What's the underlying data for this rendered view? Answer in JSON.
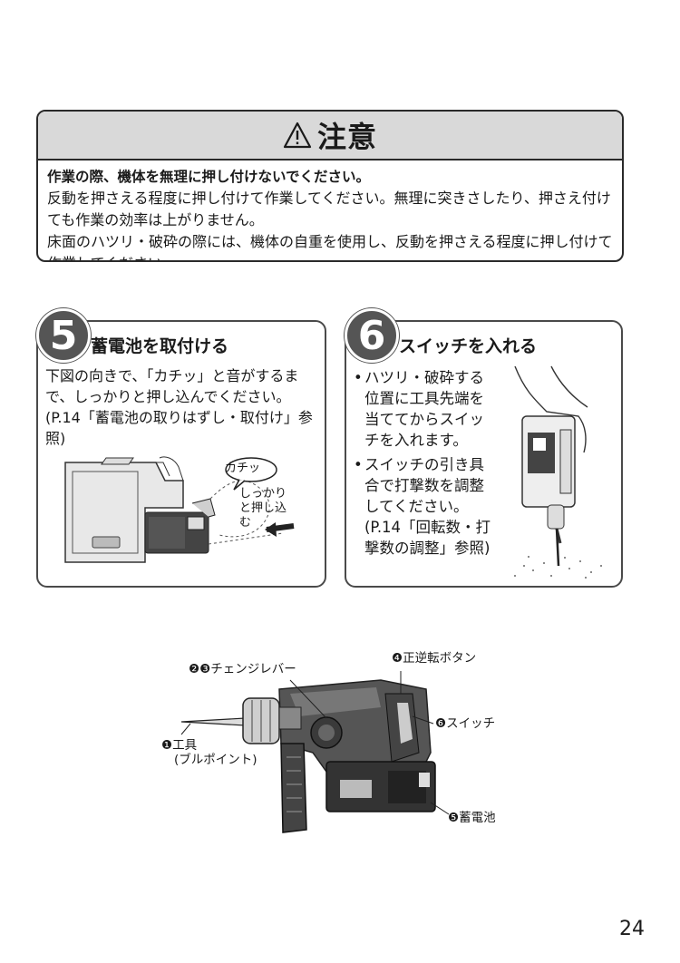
{
  "caution": {
    "icon": "warning-triangle-icon",
    "title": "注意",
    "lead": "作業の際、機体を無理に押し付けないでください。",
    "paragraphs": [
      "反動を押さえる程度に押し付けて作業してください。無理に突きさしたり、押さえ付けても作業の効率は上がりません。",
      "床面のハツリ・破砕の際には、機体の自重を使用し、反動を押さえる程度に押し付けて作業してください。"
    ]
  },
  "step5": {
    "number": "5",
    "title": "蓄電池を取付ける",
    "text": "下図の向きで、「カチッ」と音がするまで、しっかりと押し込んでください。(P.14「蓄電池の取りはずし・取付け」参照)",
    "callout_click": "カチッ",
    "callout_push": "しっかりと押し込む"
  },
  "step6": {
    "number": "6",
    "title": "スイッチを入れる",
    "bullets": [
      "ハツリ・破砕する位置に工具先端を当ててからスイッチを入れます。",
      "スイッチの引き具合で打撃数を調整してください。(P.14「回転数・打撃数の調整」参照)"
    ]
  },
  "parts": {
    "n1": "❶",
    "l1a": "工具",
    "l1b": "(ブルポイント)",
    "n23": "❷❸",
    "l23": "チェンジレバー",
    "n4": "❹",
    "l4": "正逆転ボタン",
    "n6": "❻",
    "l6": "スイッチ",
    "n5": "❺",
    "l5": "蓄電池"
  },
  "page_number": "24"
}
